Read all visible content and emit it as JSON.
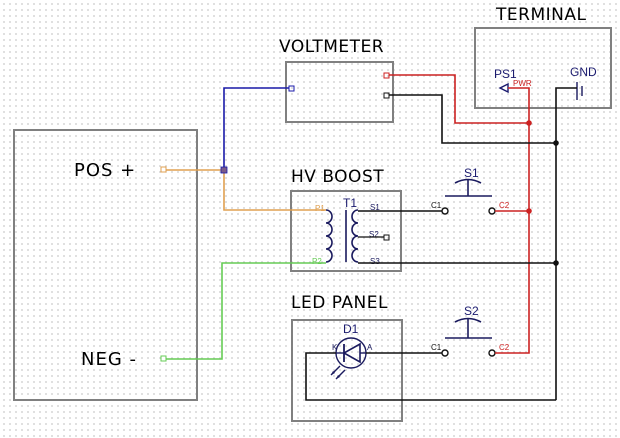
{
  "components": {
    "terminal": {
      "title": "TERMINAL",
      "ps_ref": "PS1",
      "ps_pin": "PWR",
      "gnd_label": "GND"
    },
    "voltmeter": {
      "title": "VOLTMETER"
    },
    "power_source": {
      "pos_label": "POS +",
      "neg_label": "NEG -"
    },
    "hv_boost": {
      "title": "HV BOOST",
      "ref": "T1",
      "pins": [
        "P1",
        "P2",
        "S1",
        "S2",
        "S3"
      ]
    },
    "switch1": {
      "ref": "S1",
      "pin_c1": "C1",
      "pin_c2": "C2"
    },
    "led_panel": {
      "title": "LED PANEL",
      "ref": "D1",
      "pin_k": "K",
      "pin_a": "A"
    },
    "switch2": {
      "ref": "S2",
      "pin_c1": "C1",
      "pin_c2": "C2"
    }
  },
  "wire_colors": {
    "power": "#cc2222",
    "ground": "#111111",
    "meter": "#1a1aa8",
    "positive": "#e0a050",
    "negative": "#66cc55"
  }
}
